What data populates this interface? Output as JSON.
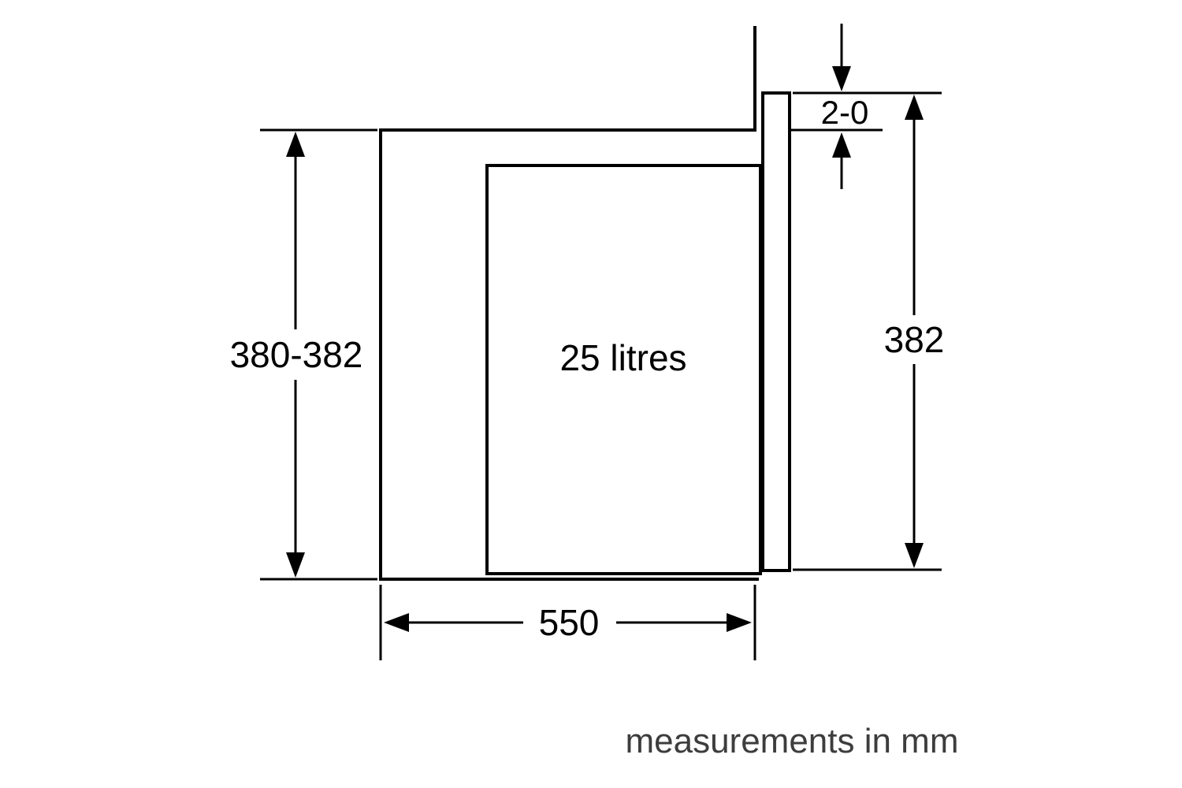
{
  "diagram": {
    "labels": {
      "niche_height": "380-382",
      "capacity": "25 litres",
      "door_gap": "2-0",
      "appliance_height": "382",
      "niche_width": "550"
    },
    "caption": "measurements in mm",
    "colors": {
      "line": "#000000",
      "caption": "#3d3d3d",
      "background": "#ffffff"
    }
  }
}
